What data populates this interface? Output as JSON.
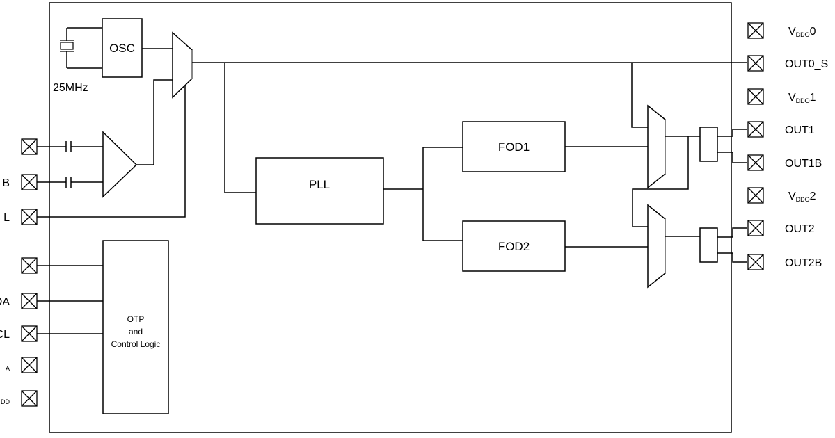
{
  "blocks": {
    "osc": "OSC",
    "crystal_freq": "25MHz",
    "pll": "PLL",
    "fod1": "FOD1",
    "fod2": "FOD2",
    "otp_line1": "OTP",
    "otp_line2": "and",
    "otp_line3": "Control Logic"
  },
  "left_pins": [
    {
      "label": "",
      "sub": ""
    },
    {
      "label": "B",
      "sub": ""
    },
    {
      "label": "L",
      "sub": ""
    },
    {
      "label": "",
      "sub": ""
    },
    {
      "label": "DA",
      "sub": ""
    },
    {
      "label": "CL",
      "sub": ""
    },
    {
      "label": "",
      "sub": "A"
    },
    {
      "label": "",
      "sub": "DD"
    }
  ],
  "right_pins": [
    {
      "label": "V",
      "sub": "DDO",
      "suffix": "0"
    },
    {
      "label": "OUT0_S",
      "sub": "",
      "suffix": ""
    },
    {
      "label": "V",
      "sub": "DDO",
      "suffix": "1"
    },
    {
      "label": "OUT1",
      "sub": "",
      "suffix": ""
    },
    {
      "label": "OUT1B",
      "sub": "",
      "suffix": ""
    },
    {
      "label": "V",
      "sub": "DDO",
      "suffix": "2"
    },
    {
      "label": "OUT2",
      "sub": "",
      "suffix": ""
    },
    {
      "label": "OUT2B",
      "sub": "",
      "suffix": ""
    }
  ]
}
